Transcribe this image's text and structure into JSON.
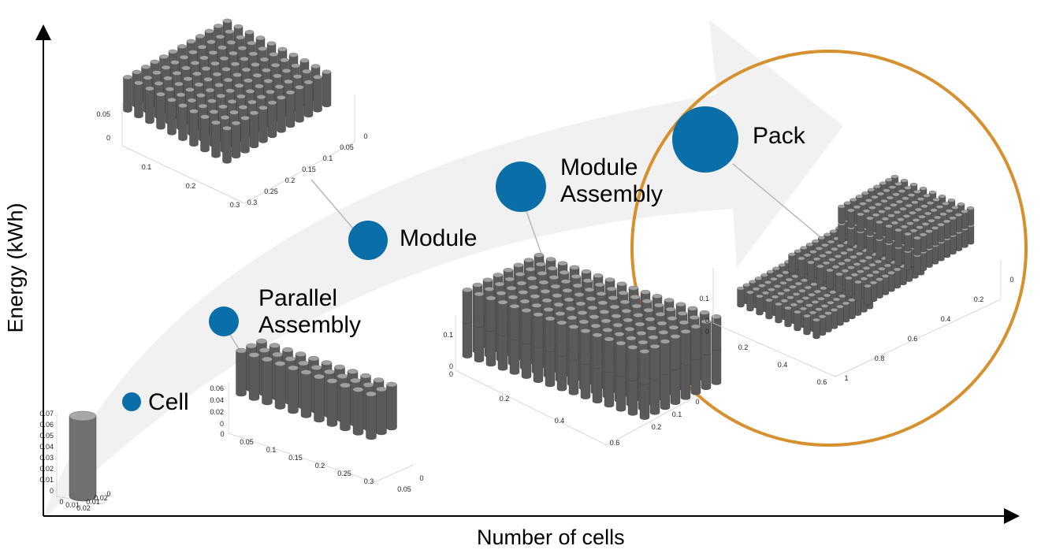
{
  "axes": {
    "x_title": "Number of cells",
    "y_title": "Energy (kWh)"
  },
  "stages": [
    {
      "id": "cell",
      "label_lines": [
        "Cell"
      ]
    },
    {
      "id": "parallel-assembly",
      "label_lines": [
        "Parallel",
        "Assembly"
      ]
    },
    {
      "id": "module",
      "label_lines": [
        "Module"
      ]
    },
    {
      "id": "module-assembly",
      "label_lines": [
        "Module",
        "Assembly"
      ]
    },
    {
      "id": "pack",
      "label_lines": [
        "Pack"
      ]
    }
  ],
  "plots": {
    "cell": {
      "z_ticks": [
        "0.07",
        "0.06",
        "0.05",
        "0.04",
        "0.03",
        "0.02",
        "0.01",
        "0"
      ],
      "x_ticks": [
        "0",
        "0.01",
        "0.02"
      ],
      "y_ticks": [
        "0.01",
        "0.02",
        "0"
      ]
    },
    "parallel": {
      "z_ticks": [
        "0.06",
        "0.04",
        "0.02",
        "0"
      ],
      "x_ticks": [
        "0",
        "0.05",
        "0.1",
        "0.15",
        "0.2",
        "0.25",
        "0.3"
      ],
      "y_ticks": [
        "0",
        "0.05"
      ]
    },
    "module": {
      "z_ticks": [
        "0.05",
        "0"
      ],
      "x_ticks": [
        "0.1",
        "0.2",
        "0.3"
      ],
      "y_ticks": [
        "0",
        "0.05",
        "0.1",
        "0.15",
        "0.2",
        "0.25",
        "0.3"
      ]
    },
    "module_assembly": {
      "z_ticks": [
        "0.1",
        "0",
        "0"
      ],
      "x_ticks": [
        "0.2",
        "0.4",
        "0.6"
      ],
      "y_ticks": [
        "0",
        "0.1",
        "0.2"
      ]
    },
    "pack": {
      "z_ticks": [
        "0.1",
        "0",
        "0"
      ],
      "x_ticks": [
        "0.2",
        "0.4",
        "0.6"
      ],
      "y_ticks": [
        "0",
        "0.2",
        "0.4",
        "0.6",
        "0.8",
        "1"
      ]
    }
  },
  "colors": {
    "marker": "#0a6ea8",
    "highlight_ring": "#d6902e",
    "growth_arrow": "#f1f1f1",
    "cylinder_side": "#5a5a5a",
    "cylinder_top": "#a0a0a0",
    "axis": "#000000"
  }
}
